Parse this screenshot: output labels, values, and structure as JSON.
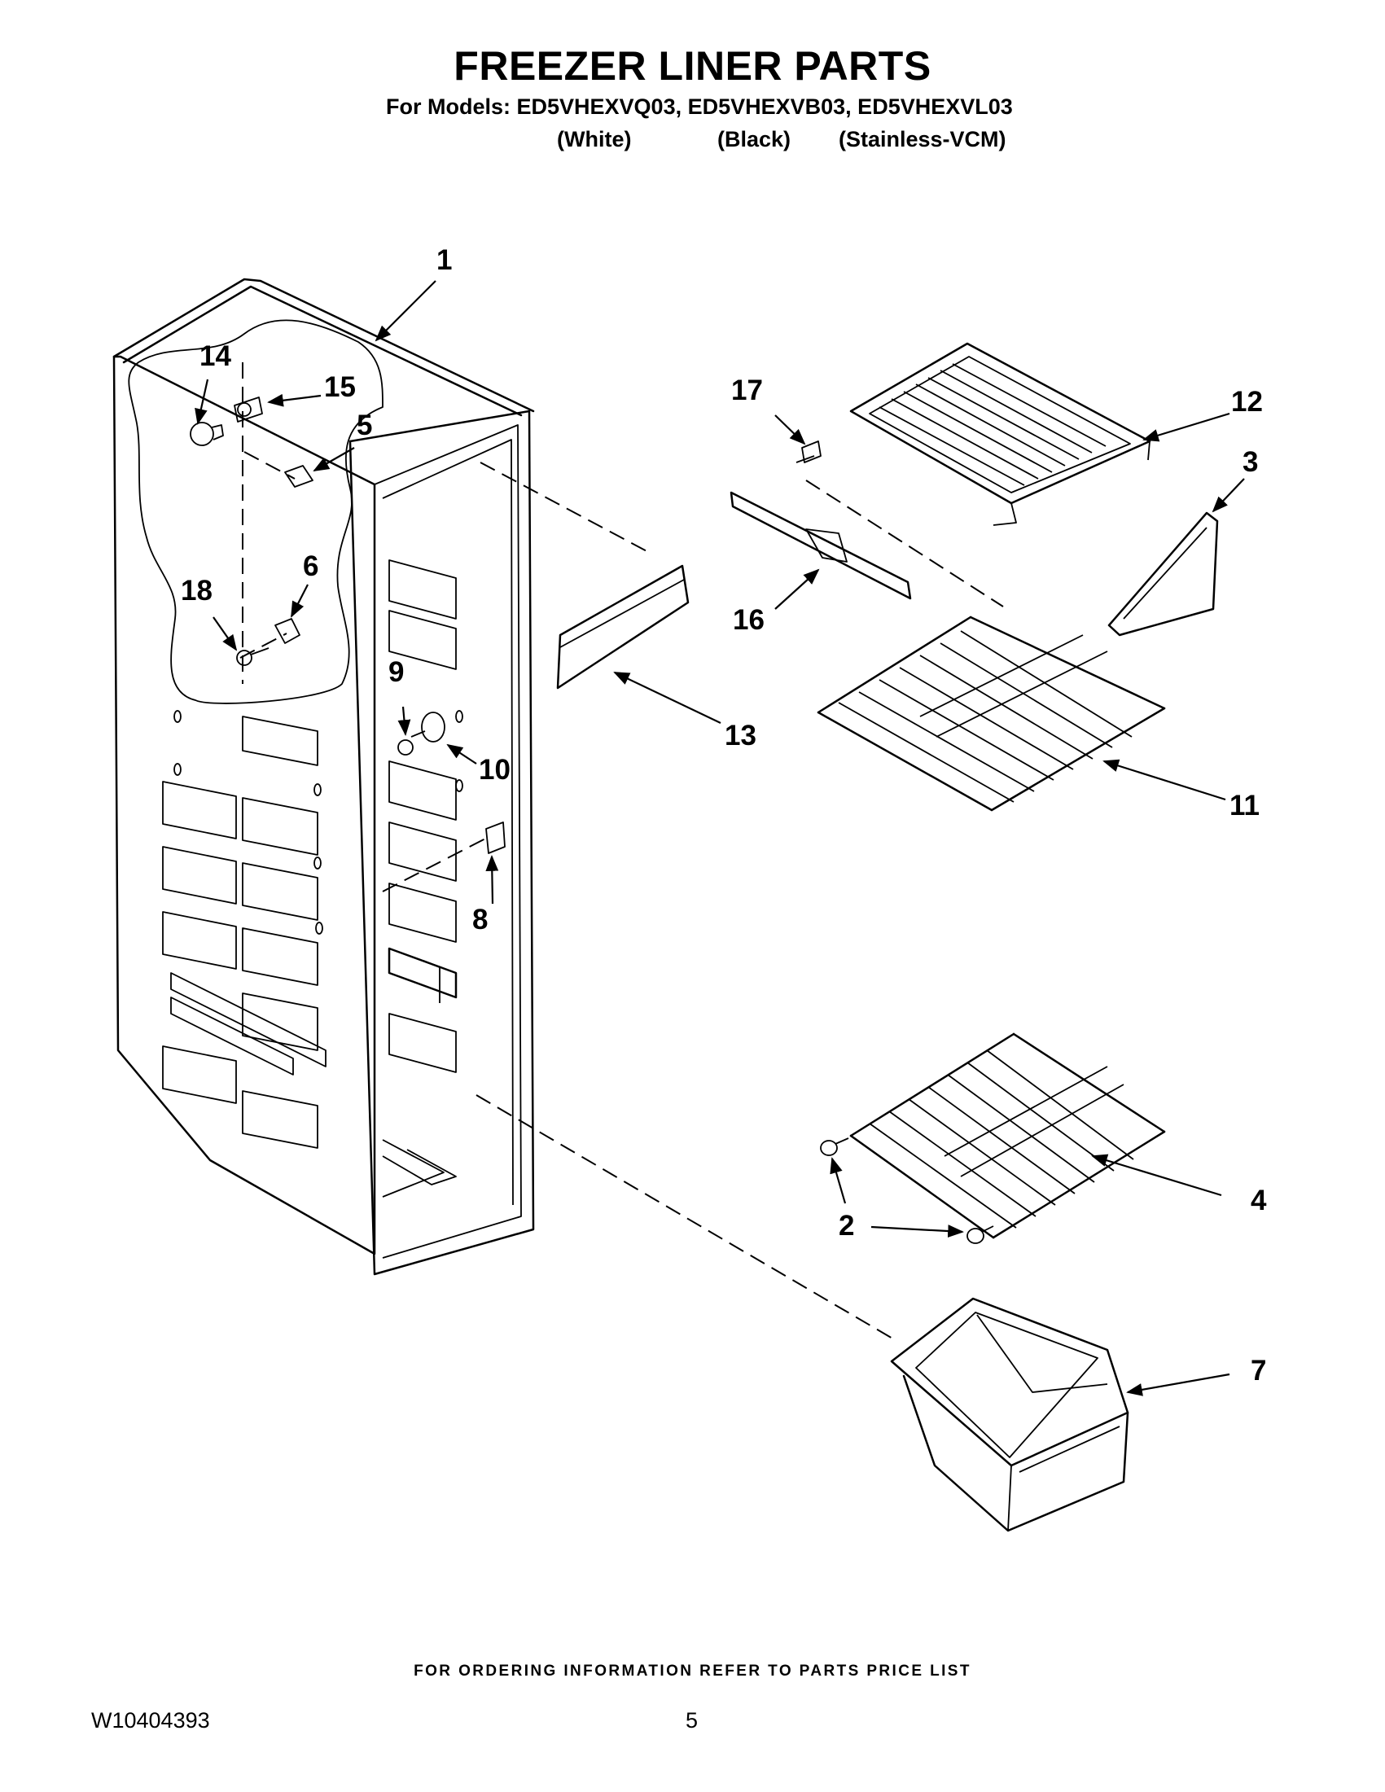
{
  "header": {
    "title": "FREEZER LINER PARTS",
    "models_line": "For Models: ED5VHEXVQ03, ED5VHEXVB03, ED5VHEXVL03",
    "variants": [
      "(White)",
      "(Black)",
      "(Stainless-VCM)"
    ]
  },
  "callouts": [
    "1",
    "2",
    "3",
    "4",
    "5",
    "6",
    "7",
    "8",
    "9",
    "10",
    "11",
    "12",
    "13",
    "14",
    "15",
    "16",
    "17",
    "18"
  ],
  "footer": {
    "ordering_note": "FOR ORDERING INFORMATION REFER TO PARTS PRICE LIST",
    "document_number": "W10404393",
    "page_number": "5"
  }
}
